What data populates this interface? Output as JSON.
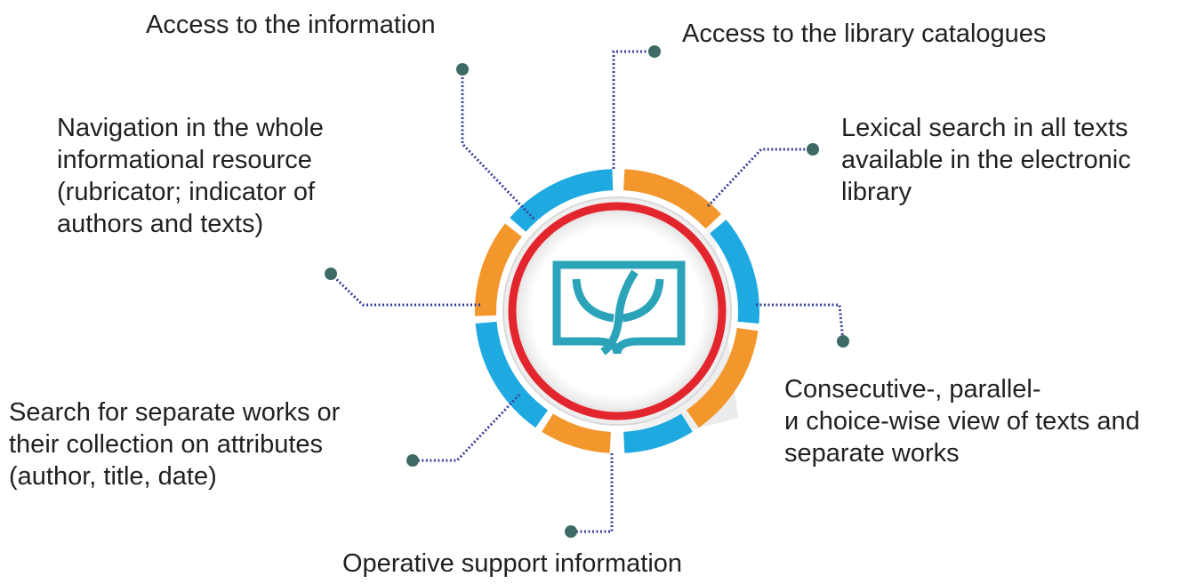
{
  "diagram": {
    "colors": {
      "blue": "#1ea9e1",
      "orange": "#f3962c",
      "red": "#e3262d",
      "connector": "#3b3f99",
      "dot": "#3d6b63",
      "logo": "#2ba3b8"
    },
    "center_icon": "book-psi-logo",
    "items": [
      {
        "text": "Access to the information"
      },
      {
        "text": "Access to the library catalogues"
      },
      {
        "text": "Lexical search in all texts\navailable in the electronic\nlibrary"
      },
      {
        "text": "Consecutive-, parallel-\nи choice-wise view of texts and\nseparate works"
      },
      {
        "text": "Operative support information"
      },
      {
        "text": "Search for separate works or\ntheir collection on attributes\n(author, title, date)"
      },
      {
        "text": "Navigation in the whole\ninformational resource\n(rubricator; indicator of\nauthors and texts)"
      }
    ]
  }
}
